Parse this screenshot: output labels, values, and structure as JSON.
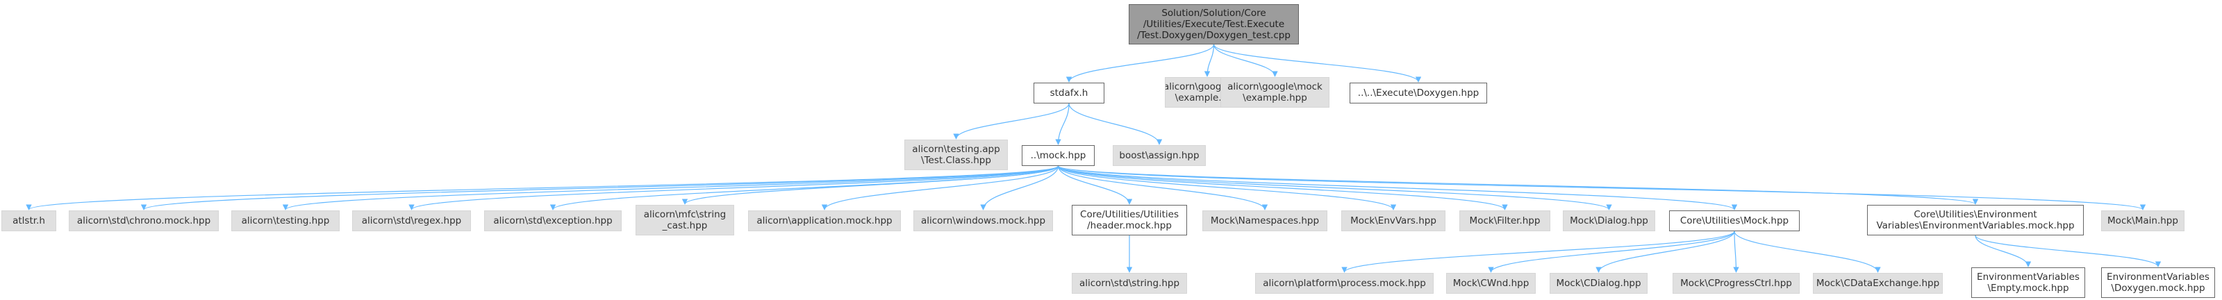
{
  "nodes": [
    {
      "id": "root",
      "label": "Solution/Solution/Core\n/Utilities/Execute/Test.Execute\n/Test.Doxygen/Doxygen_test.cpp",
      "style": "root"
    },
    {
      "id": "stdafx",
      "label": "stdafx.h",
      "style": "white"
    },
    {
      "id": "google_test",
      "label": "alicorn\\google\\test\n\\example.hpp",
      "style": "gray"
    },
    {
      "id": "google_mock",
      "label": "alicorn\\google\\mock\n\\example.hpp",
      "style": "gray"
    },
    {
      "id": "execute_doxygen",
      "label": "..\\..\\Execute\\Doxygen.hpp",
      "style": "white"
    },
    {
      "id": "testing_app",
      "label": "alicorn\\testing.app\n\\Test.Class.hpp",
      "style": "gray"
    },
    {
      "id": "mock",
      "label": "..\\mock.hpp",
      "style": "white"
    },
    {
      "id": "boost_assign",
      "label": "boost\\assign.hpp",
      "style": "gray"
    },
    {
      "id": "atlstr",
      "label": "atlstr.h",
      "style": "gray"
    },
    {
      "id": "chrono_mock",
      "label": "alicorn\\std\\chrono.mock.hpp",
      "style": "gray"
    },
    {
      "id": "testing",
      "label": "alicorn\\testing.hpp",
      "style": "gray"
    },
    {
      "id": "regex",
      "label": "alicorn\\std\\regex.hpp",
      "style": "gray"
    },
    {
      "id": "exception",
      "label": "alicorn\\std\\exception.hpp",
      "style": "gray"
    },
    {
      "id": "mfc_string_cast",
      "label": "alicorn\\mfc\\string\n_cast.hpp",
      "style": "gray"
    },
    {
      "id": "application_mock",
      "label": "alicorn\\application.mock.hpp",
      "style": "gray"
    },
    {
      "id": "windows_mock",
      "label": "alicorn\\windows.mock.hpp",
      "style": "gray"
    },
    {
      "id": "header_mock",
      "label": "Core/Utilities/Utilities\n/header.mock.hpp",
      "style": "white"
    },
    {
      "id": "mock_namespaces",
      "label": "Mock\\Namespaces.hpp",
      "style": "gray"
    },
    {
      "id": "mock_envvars",
      "label": "Mock\\EnvVars.hpp",
      "style": "gray"
    },
    {
      "id": "mock_filter",
      "label": "Mock\\Filter.hpp",
      "style": "gray"
    },
    {
      "id": "mock_dialog",
      "label": "Mock\\Dialog.hpp",
      "style": "gray"
    },
    {
      "id": "core_utilities_mock",
      "label": "Core\\Utilities\\Mock.hpp",
      "style": "white"
    },
    {
      "id": "core_env_mock",
      "label": "Core\\Utilities\\Environment\nVariables\\EnvironmentVariables.mock.hpp",
      "style": "white"
    },
    {
      "id": "mock_main",
      "label": "Mock\\Main.hpp",
      "style": "gray"
    },
    {
      "id": "std_string",
      "label": "alicorn\\std\\string.hpp",
      "style": "gray"
    },
    {
      "id": "platform_process_mock",
      "label": "alicorn\\platform\\process.mock.hpp",
      "style": "gray"
    },
    {
      "id": "mock_cwnd",
      "label": "Mock\\CWnd.hpp",
      "style": "gray"
    },
    {
      "id": "mock_cdialog",
      "label": "Mock\\CDialog.hpp",
      "style": "gray"
    },
    {
      "id": "mock_cprogressctrl",
      "label": "Mock\\CProgressCtrl.hpp",
      "style": "gray"
    },
    {
      "id": "mock_cdataexchange",
      "label": "Mock\\CDataExchange.hpp",
      "style": "gray"
    },
    {
      "id": "env_empty_mock",
      "label": "EnvironmentVariables\n\\Empty.mock.hpp",
      "style": "white"
    },
    {
      "id": "env_doxygen_mock",
      "label": "EnvironmentVariables\n\\Doxygen.mock.hpp",
      "style": "white"
    }
  ],
  "edges": [
    [
      "root",
      "stdafx"
    ],
    [
      "root",
      "google_test"
    ],
    [
      "root",
      "google_mock"
    ],
    [
      "root",
      "execute_doxygen"
    ],
    [
      "stdafx",
      "testing_app"
    ],
    [
      "stdafx",
      "mock"
    ],
    [
      "stdafx",
      "boost_assign"
    ],
    [
      "mock",
      "atlstr"
    ],
    [
      "mock",
      "chrono_mock"
    ],
    [
      "mock",
      "testing"
    ],
    [
      "mock",
      "regex"
    ],
    [
      "mock",
      "exception"
    ],
    [
      "mock",
      "mfc_string_cast"
    ],
    [
      "mock",
      "application_mock"
    ],
    [
      "mock",
      "windows_mock"
    ],
    [
      "mock",
      "header_mock"
    ],
    [
      "mock",
      "mock_namespaces"
    ],
    [
      "mock",
      "mock_envvars"
    ],
    [
      "mock",
      "mock_filter"
    ],
    [
      "mock",
      "mock_dialog"
    ],
    [
      "mock",
      "core_utilities_mock"
    ],
    [
      "mock",
      "core_env_mock"
    ],
    [
      "mock",
      "mock_main"
    ],
    [
      "header_mock",
      "std_string"
    ],
    [
      "core_utilities_mock",
      "platform_process_mock"
    ],
    [
      "core_utilities_mock",
      "mock_cwnd"
    ],
    [
      "core_utilities_mock",
      "mock_cdialog"
    ],
    [
      "core_utilities_mock",
      "mock_cprogressctrl"
    ],
    [
      "core_utilities_mock",
      "mock_cdataexchange"
    ],
    [
      "core_env_mock",
      "env_empty_mock"
    ],
    [
      "core_env_mock",
      "env_doxygen_mock"
    ]
  ],
  "colors": {
    "edge": "#63b8ff",
    "root_fill": "#9c9c9c",
    "gray_fill": "#e0e0e0",
    "white_fill": "#ffffff",
    "border": "#666666",
    "text": "#333333"
  }
}
